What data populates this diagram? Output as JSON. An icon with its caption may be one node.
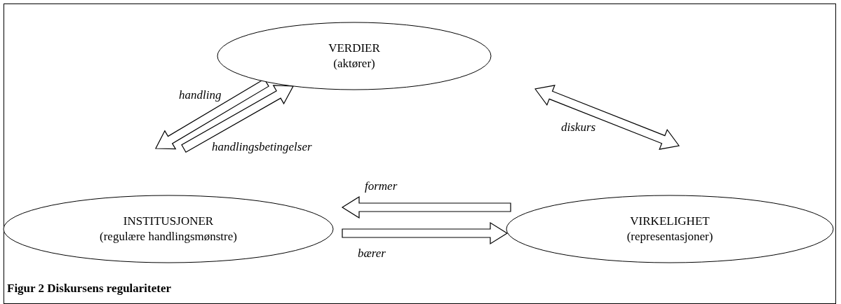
{
  "diagram": {
    "caption": "Figur 2 Diskursens regulariteter",
    "nodes": [
      {
        "text": [
          "VERDIER",
          "(aktører)"
        ]
      },
      {
        "text": [
          "INSTITUSJONER",
          "(regulære handlingsmønstre)"
        ]
      },
      {
        "text": [
          "VIRKELIGHET",
          "(representasjoner)"
        ]
      }
    ],
    "edges": [
      {
        "from": 0,
        "to": 1,
        "arrow": "to",
        "label": "handling"
      },
      {
        "from": 1,
        "to": 0,
        "arrow": "to",
        "label": "handlingsbetingelser"
      },
      {
        "from": 0,
        "to": 2,
        "arrow": "both",
        "label": "diskurs"
      },
      {
        "from": 2,
        "to": 1,
        "arrow": "to",
        "label": "former"
      },
      {
        "from": 1,
        "to": 2,
        "arrow": "to",
        "label": "bærer"
      }
    ]
  }
}
